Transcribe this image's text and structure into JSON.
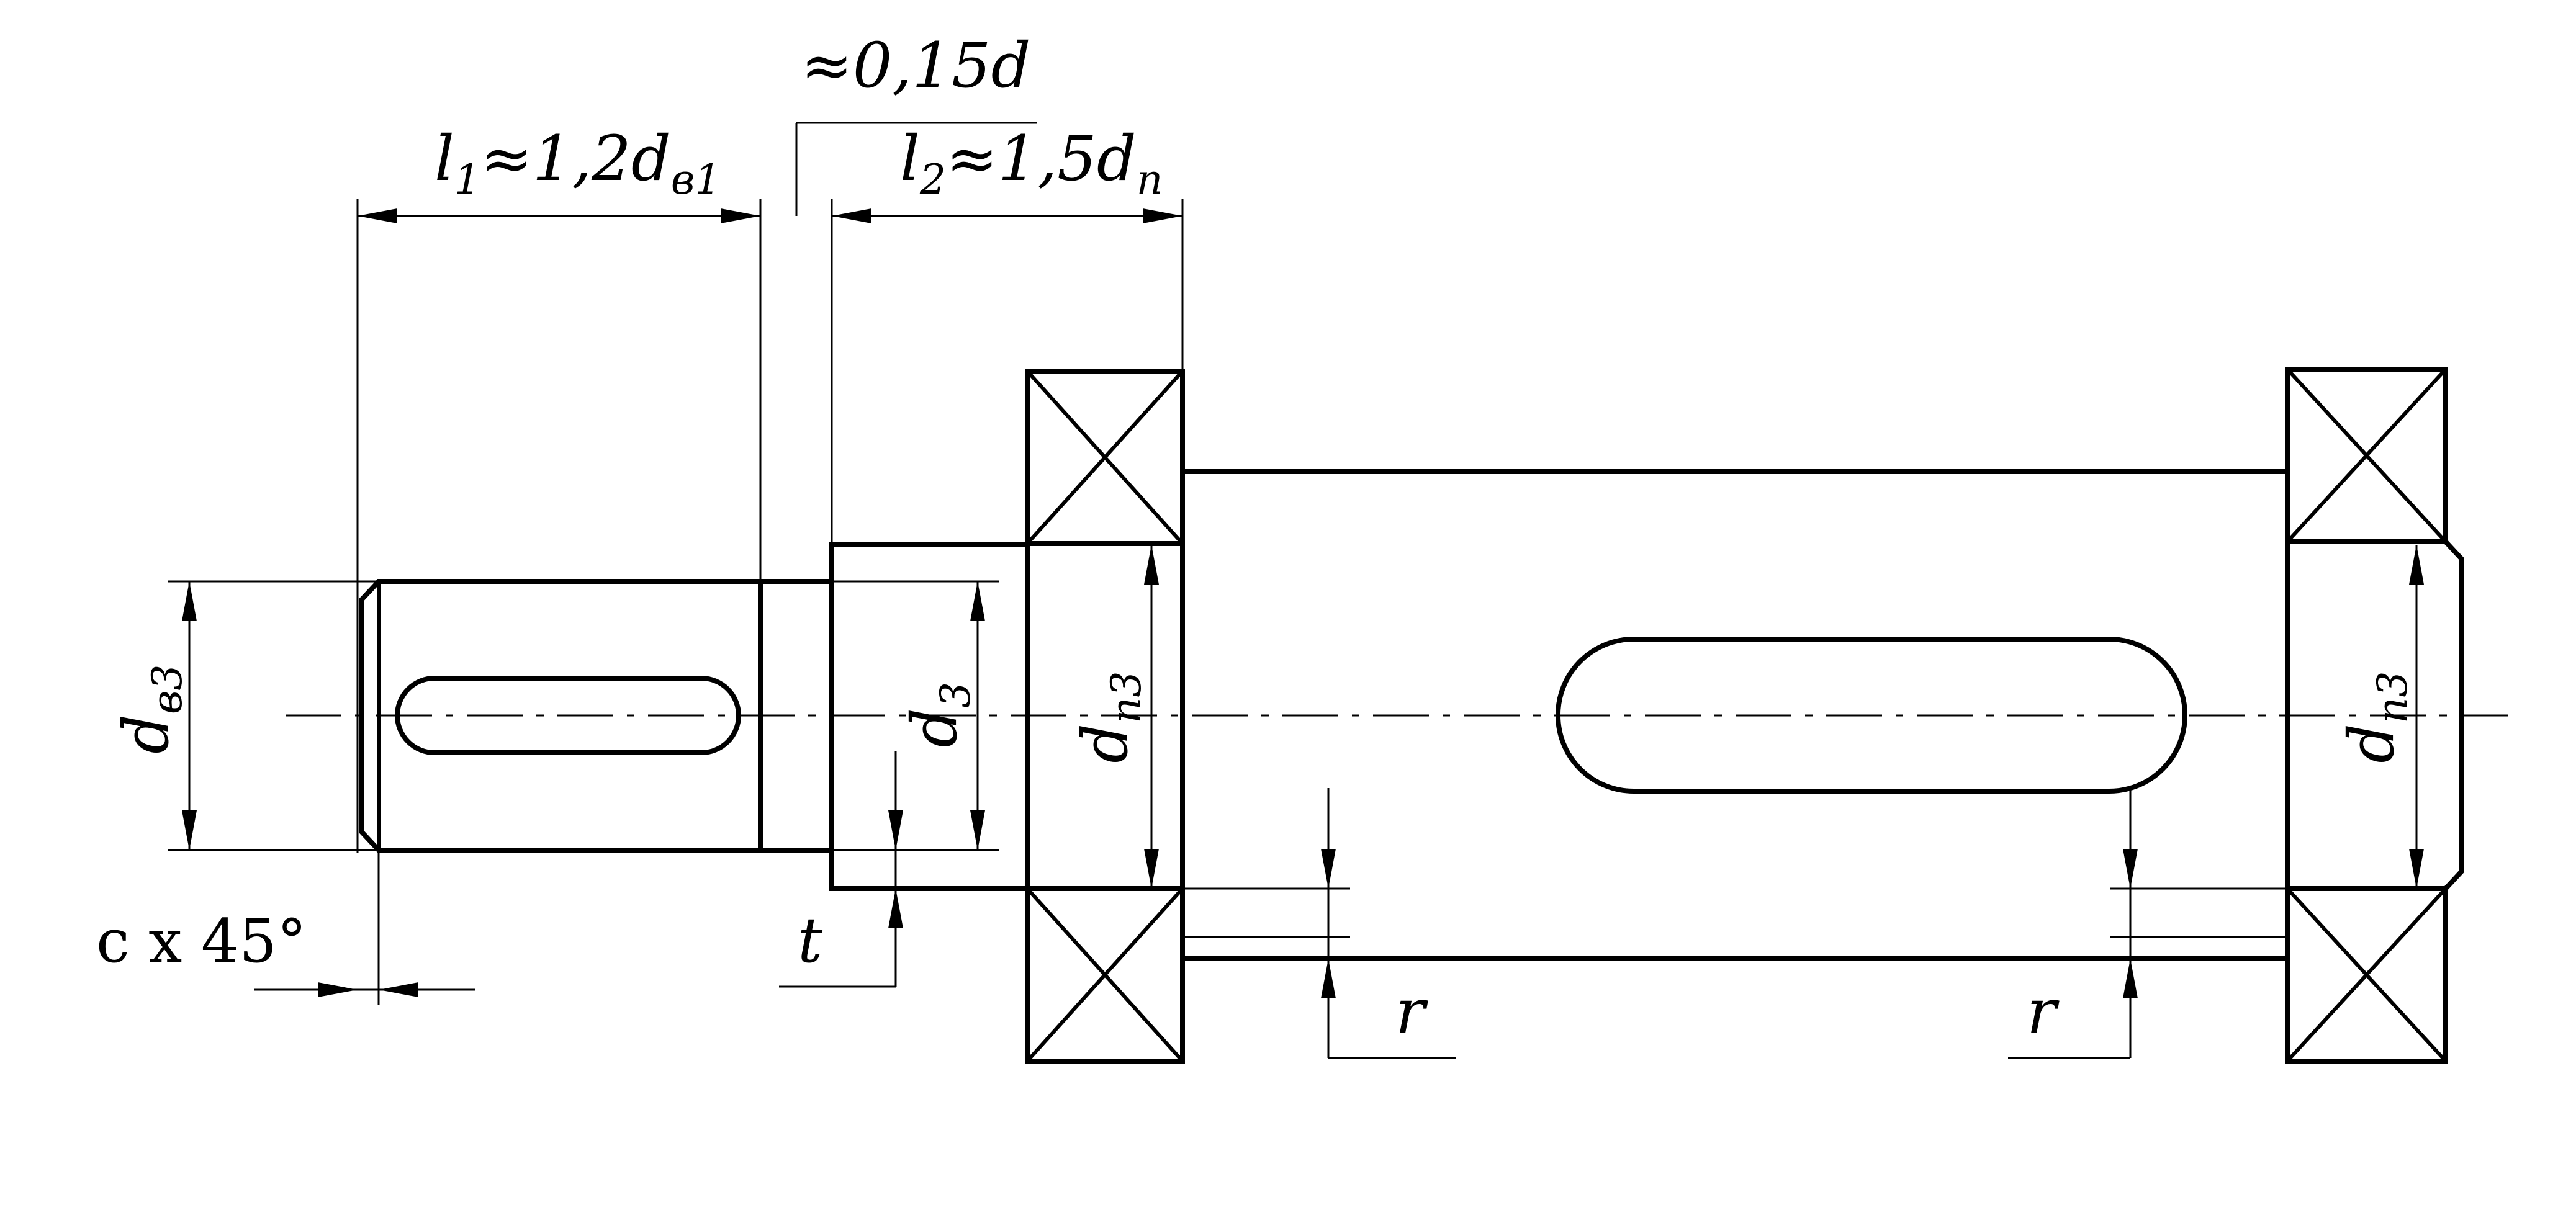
{
  "labels": {
    "gap": "≈0,15d",
    "l1_main": "l",
    "l1_sub": "1",
    "l1_rest": "≈1,2d",
    "l1_sub2": "в1",
    "l2_main": "l",
    "l2_sub": "2",
    "l2_rest": "≈1,5d",
    "l2_sub2": "п",
    "dv3_main": "d",
    "dv3_sub": "в3",
    "d3_main": "d",
    "d3_sub": "3",
    "dp3_main": "d",
    "dp3_sub": "п3",
    "dp3r_main": "d",
    "dp3r_sub": "п3",
    "chamfer": "c x 45°",
    "t": "t",
    "r_left": "r",
    "r_right": "r"
  },
  "colors": {
    "line": "#000000",
    "background": "#ffffff"
  }
}
